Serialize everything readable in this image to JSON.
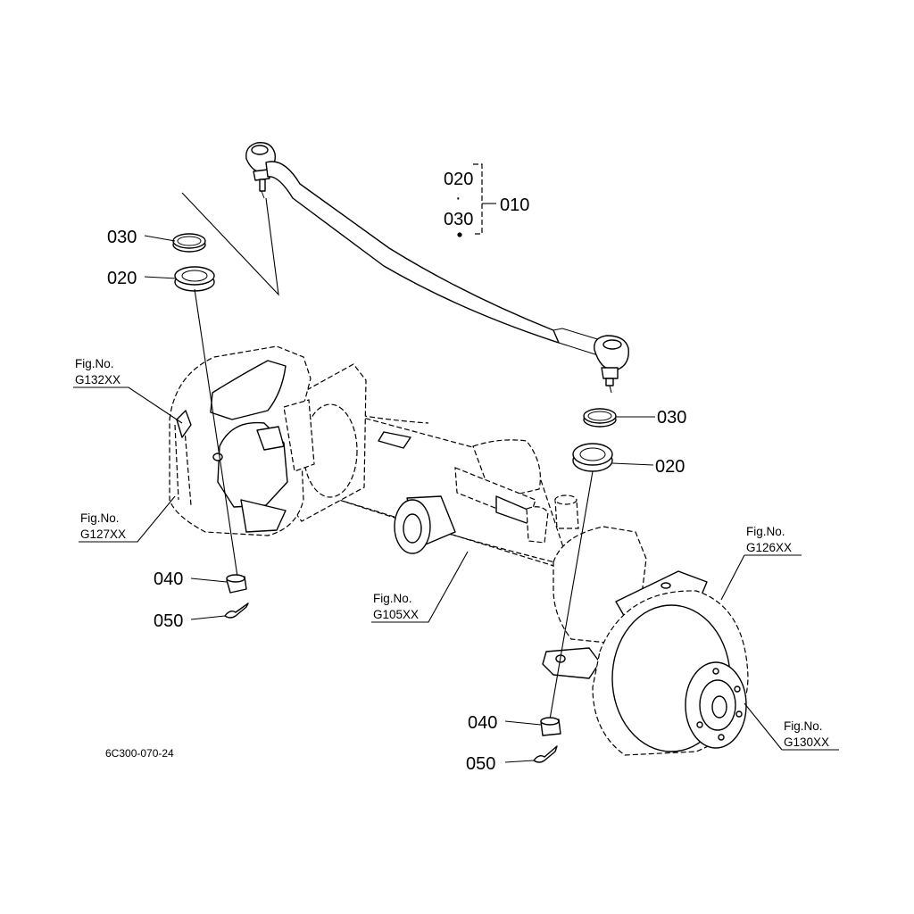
{
  "diagram": {
    "drawing_code": "6C300-070-24",
    "group": {
      "part": "010",
      "includes": [
        "020",
        "030"
      ],
      "separator": "·"
    },
    "callouts": {
      "tl_030": "030",
      "tl_020": "020",
      "tr_030": "030",
      "tr_020": "020",
      "l_040": "040",
      "l_050": "050",
      "r_040": "040",
      "r_050": "050"
    },
    "fig_refs": {
      "g132": {
        "prefix": "Fig.No.",
        "code": "G132XX"
      },
      "g127": {
        "prefix": "Fig.No.",
        "code": "G127XX"
      },
      "g105": {
        "prefix": "Fig.No.",
        "code": "G105XX"
      },
      "g126": {
        "prefix": "Fig.No.",
        "code": "G126XX"
      },
      "g130": {
        "prefix": "Fig.No.",
        "code": "G130XX"
      }
    }
  }
}
